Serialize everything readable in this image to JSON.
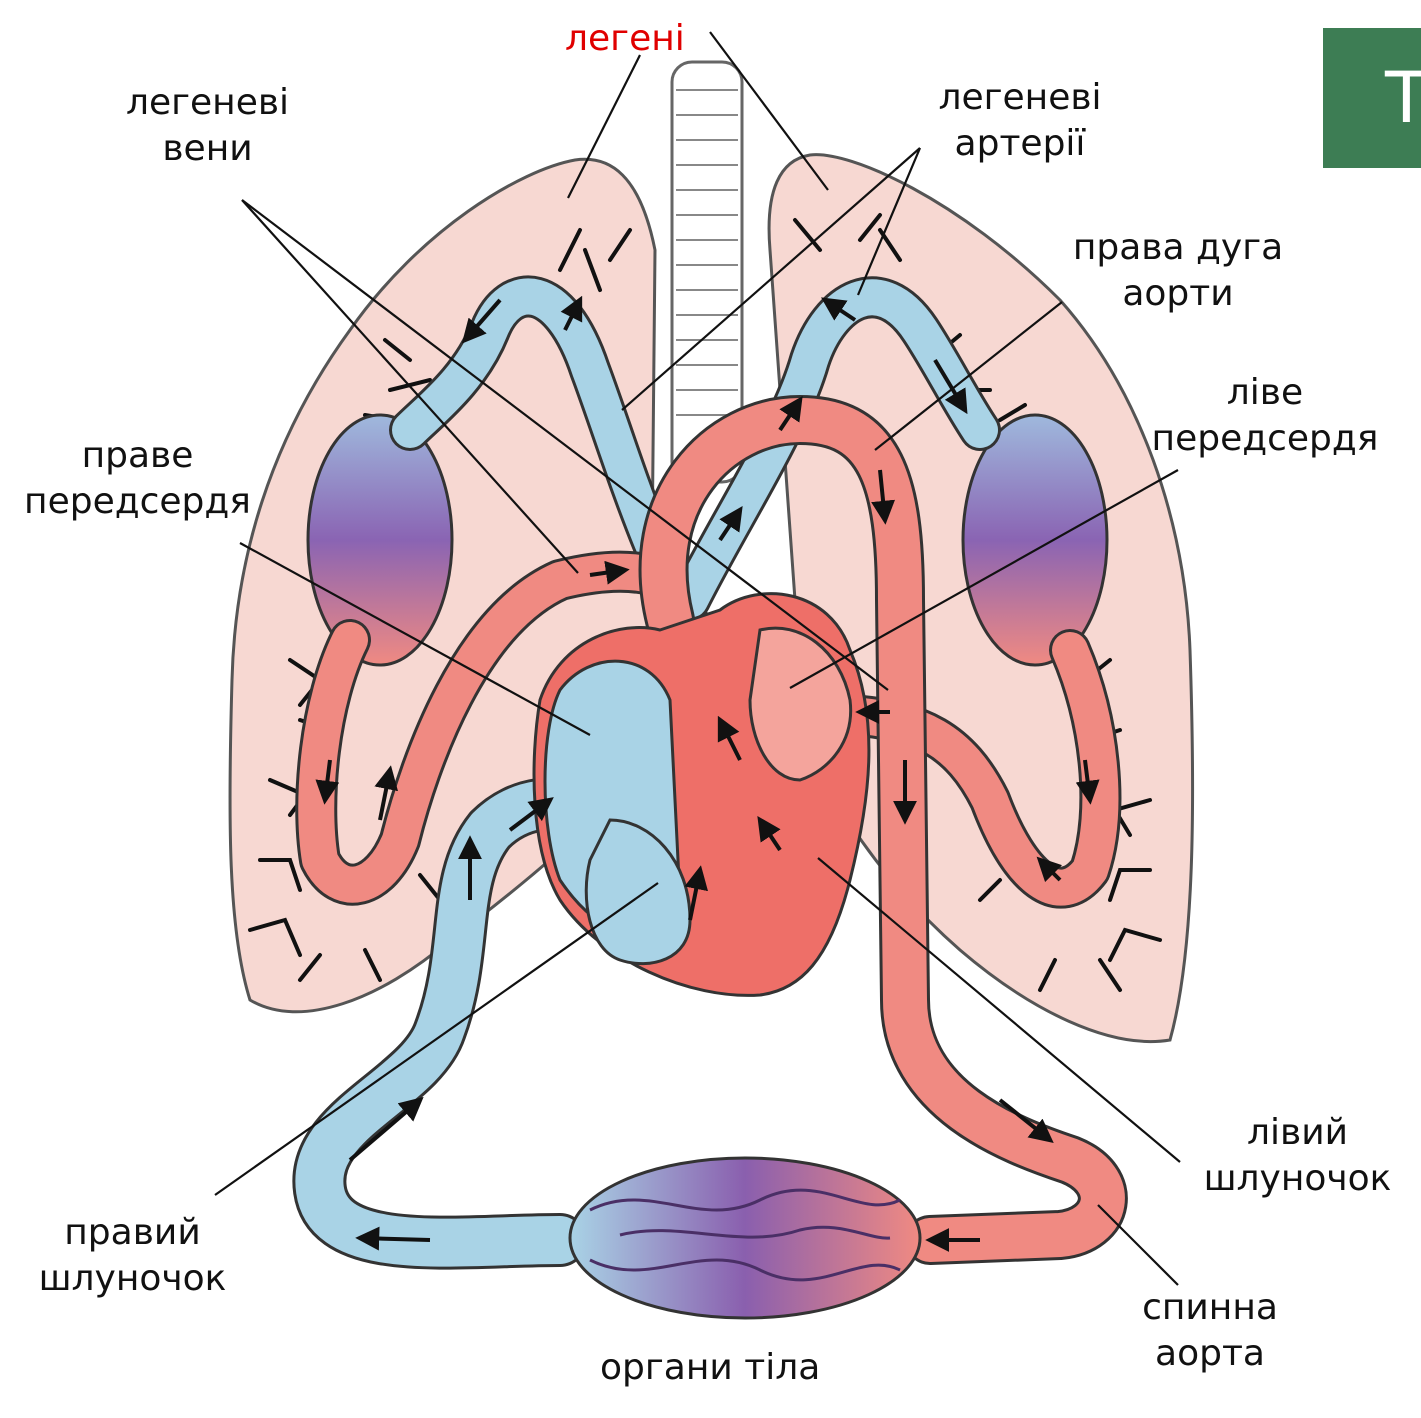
{
  "badge": {
    "text": "T"
  },
  "labels": {
    "lungs": "легені",
    "pulmonary_veins": [
      "легеневі",
      "вени"
    ],
    "pulmonary_arteries": [
      "легеневі",
      "артерії"
    ],
    "right_aortic_arch": [
      "права дуга",
      "аорти"
    ],
    "left_atrium": [
      "ліве",
      "передсердя"
    ],
    "right_atrium": [
      "праве",
      "передсердя"
    ],
    "left_ventricle": [
      "лівий",
      "шлуночок"
    ],
    "right_ventricle": [
      "правий",
      "шлуночок"
    ],
    "dorsal_aorta": [
      "спинна",
      "аорта"
    ],
    "body_organs": "органи тіла"
  },
  "colors": {
    "lung_fill": "#f7d8d2",
    "oxygenated": "#f08a82",
    "deoxygenated": "#a9d3e6",
    "capillary_bed": "#9a73b8",
    "heart": "#ee6f68",
    "label_highlight": "#e00000",
    "badge": "#3d7d54"
  }
}
